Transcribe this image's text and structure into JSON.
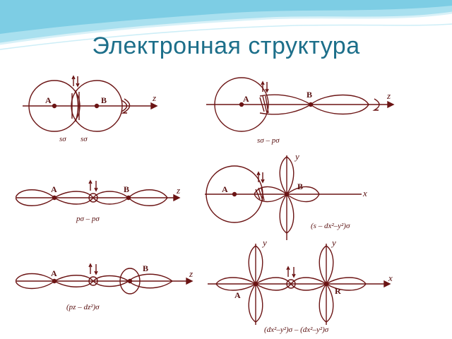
{
  "slide": {
    "title": "Электронная структура"
  },
  "diagrams": [
    {
      "atom_a": "A",
      "atom_b": "B",
      "axis": "z",
      "sub_caption_1": "sσ",
      "sub_caption_2": "sσ"
    },
    {
      "atom_a": "A",
      "atom_b": "B",
      "axis": "z",
      "caption": "sσ – pσ"
    },
    {
      "atom_a": "A",
      "atom_b": "B",
      "axis": "z",
      "caption": "pσ – pσ"
    },
    {
      "atom_a": "A",
      "atom_b": "B",
      "axis_x": "x",
      "axis_y": "y",
      "caption": "(s – dx²–y²)σ"
    },
    {
      "atom_a": "A",
      "atom_b": "B",
      "axis": "z",
      "caption": "(pz – dz²)σ"
    },
    {
      "atom_a": "A",
      "atom_b": "R",
      "axis_x": "x",
      "axis_y_1": "y",
      "axis_y_2": "y",
      "caption": "(dx²–y²)σ – (dx²–y²)σ"
    }
  ],
  "colors": {
    "line": "#6b1414",
    "title": "#1d6f8a",
    "wave": "#8fd3e8"
  }
}
